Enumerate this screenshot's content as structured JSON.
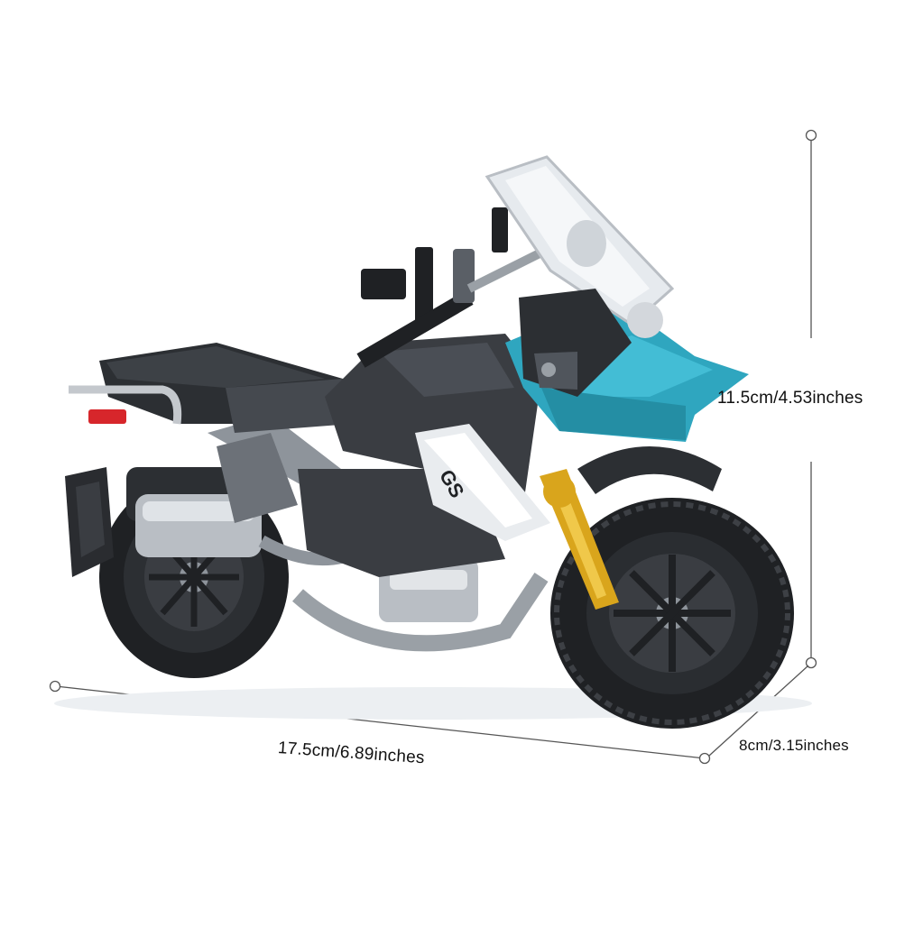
{
  "product": {
    "description": "Building-block adventure motorcycle model",
    "colors": {
      "body_dark": "#3a3d42",
      "accent_teal": "#2fa6bf",
      "chrome": "#b9bec4",
      "fork_gold": "#d9a51c",
      "tire": "#1f2124",
      "windshield": "#e6eaee",
      "tail_light": "#d7262b"
    },
    "badge_text": "GS"
  },
  "dimensions": {
    "height": "11.5cm/4.53inches",
    "length": "17.5cm/6.89inches",
    "width": "8cm/3.15inches"
  }
}
